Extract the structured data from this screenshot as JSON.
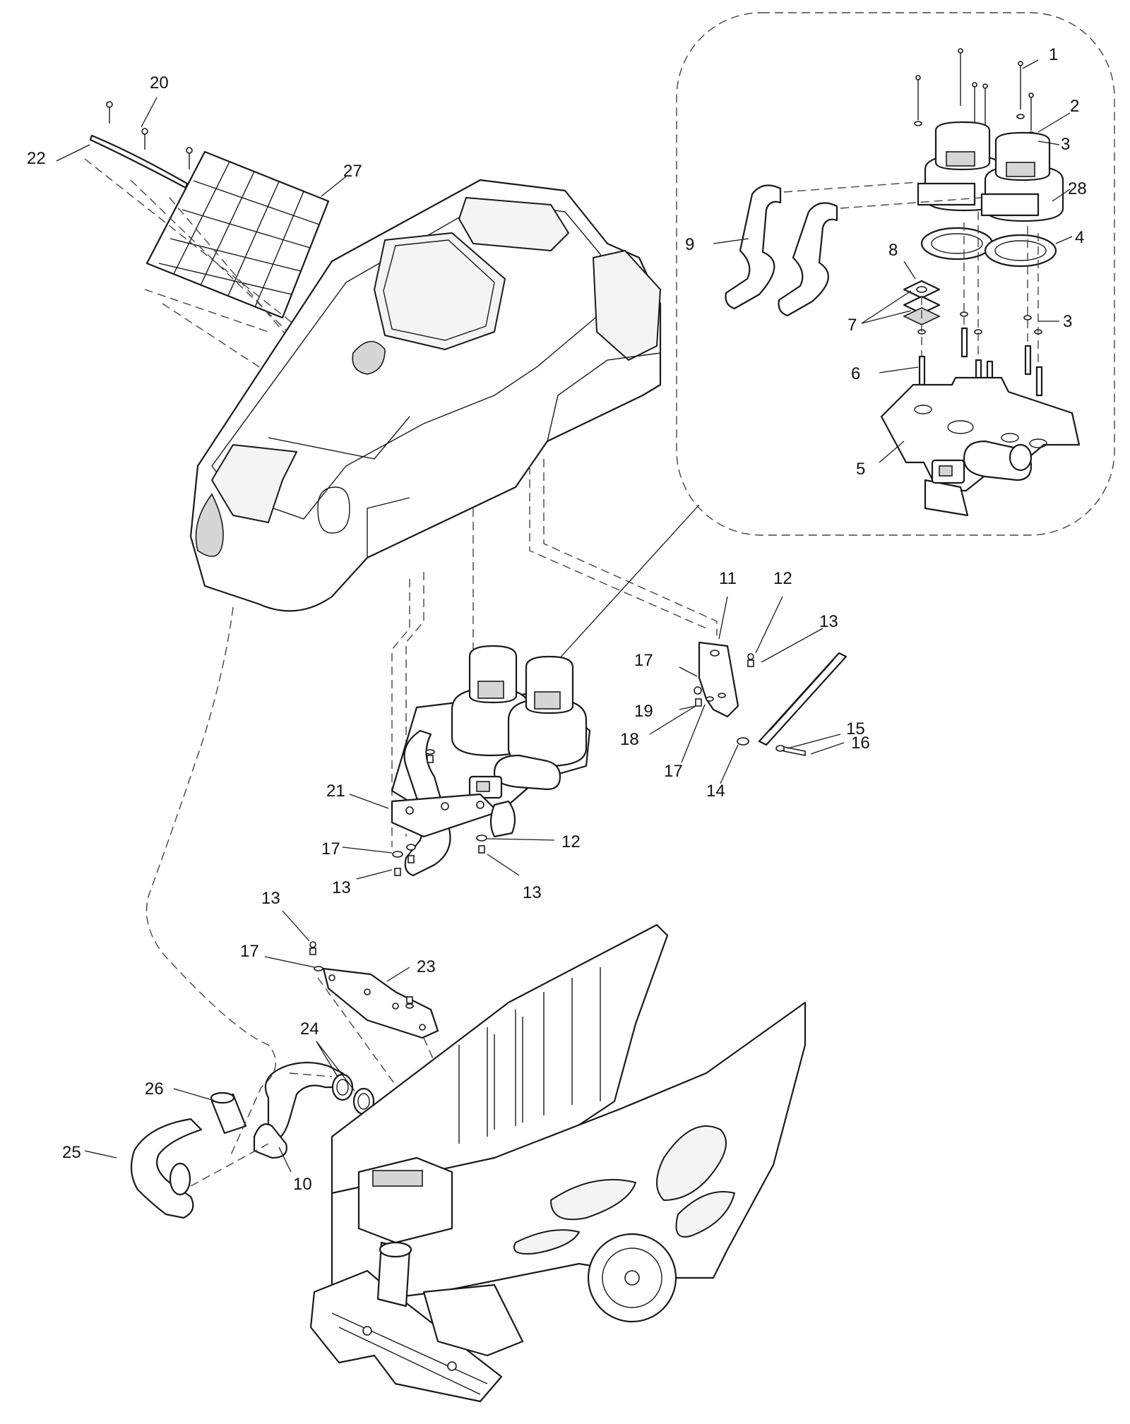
{
  "callouts": [
    {
      "label": "1"
    },
    {
      "label": "2"
    },
    {
      "label": "3"
    },
    {
      "label": "28"
    },
    {
      "label": "4"
    },
    {
      "label": "3"
    },
    {
      "label": "9"
    },
    {
      "label": "8"
    },
    {
      "label": "7"
    },
    {
      "label": "6"
    },
    {
      "label": "5"
    },
    {
      "label": "20"
    },
    {
      "label": "22"
    },
    {
      "label": "27"
    },
    {
      "label": "11"
    },
    {
      "label": "12"
    },
    {
      "label": "13"
    },
    {
      "label": "17"
    },
    {
      "label": "19"
    },
    {
      "label": "18"
    },
    {
      "label": "17"
    },
    {
      "label": "14"
    },
    {
      "label": "15"
    },
    {
      "label": "16"
    },
    {
      "label": "21"
    },
    {
      "label": "17"
    },
    {
      "label": "12"
    },
    {
      "label": "13"
    },
    {
      "label": "13"
    },
    {
      "label": "13"
    },
    {
      "label": "17"
    },
    {
      "label": "23"
    },
    {
      "label": "24"
    },
    {
      "label": "26"
    },
    {
      "label": "25"
    },
    {
      "label": "10"
    }
  ]
}
